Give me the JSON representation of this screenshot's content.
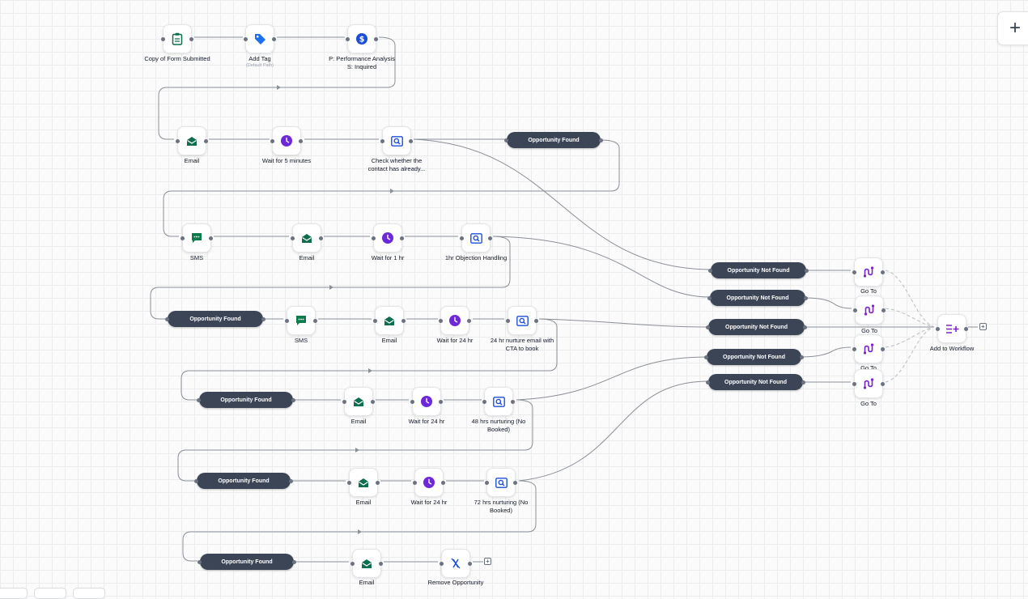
{
  "colors": {
    "email": "#0f6e4e",
    "wait": "#6d28d9",
    "tag": "#1d6ff2",
    "check": "#1d4ed8",
    "sms": "#0f7a4a",
    "goto": "#7e22ce",
    "pill": "#3b4556"
  },
  "toolbar": {
    "zoom_in_label": "+"
  },
  "nodes": {
    "form_submitted": {
      "label": "Copy of Form Submitted",
      "icon": "clipboard-icon"
    },
    "add_tag": {
      "label": "Add Tag",
      "sublabel": "(Default Path)",
      "icon": "tag-icon"
    },
    "performance": {
      "label_line1": "P: Performance Analysis",
      "label_line2": "S: Inquired",
      "icon": "dollar-icon"
    },
    "email_1": {
      "label": "Email",
      "icon": "envelope-open-icon"
    },
    "wait_5min": {
      "label": "Wait for 5 minutes",
      "icon": "clock-icon"
    },
    "check_contact": {
      "label_line1": "Check whether the",
      "label_line2": "contact has already...",
      "icon": "search-doc-icon"
    },
    "sms_1": {
      "label": "SMS",
      "icon": "chat-icon"
    },
    "email_2": {
      "label": "Email",
      "icon": "envelope-open-icon"
    },
    "wait_1hr": {
      "label": "Wait for 1 hr",
      "icon": "clock-icon"
    },
    "objection": {
      "label": "1hr Objection Handling",
      "icon": "search-doc-icon"
    },
    "sms_2": {
      "label": "SMS",
      "icon": "chat-icon"
    },
    "email_3": {
      "label": "Email",
      "icon": "envelope-open-icon"
    },
    "wait_24a": {
      "label": "Wait for 24 hr",
      "icon": "clock-icon"
    },
    "nurture_24": {
      "label_line1": "24 hr nurture email with",
      "label_line2": "CTA to book",
      "icon": "search-doc-icon"
    },
    "email_4": {
      "label": "Email",
      "icon": "envelope-open-icon"
    },
    "wait_24b": {
      "label": "Wait for 24 hr",
      "icon": "clock-icon"
    },
    "nurture_48": {
      "label_line1": "48 hrs nurturing (No",
      "label_line2": "Booked)",
      "icon": "search-doc-icon"
    },
    "email_5": {
      "label": "Email",
      "icon": "envelope-open-icon"
    },
    "wait_24c": {
      "label": "Wait for 24 hr",
      "icon": "clock-icon"
    },
    "nurture_72": {
      "label_line1": "72 hrs nurturing (No",
      "label_line2": "Booked)",
      "icon": "search-doc-icon"
    },
    "email_6": {
      "label": "Email",
      "icon": "envelope-open-icon"
    },
    "remove_opp": {
      "label": "Remove Opportunity",
      "icon": "remove-icon"
    },
    "goto_1": {
      "label": "Go To",
      "icon": "route-icon"
    },
    "goto_2": {
      "label": "Go To",
      "icon": "route-icon"
    },
    "goto_3": {
      "label": "Go To",
      "icon": "route-icon"
    },
    "goto_4": {
      "label": "Go To",
      "icon": "route-icon"
    },
    "add_workflow": {
      "label": "Add to Workflow",
      "icon": "list-plus-icon"
    }
  },
  "pills": {
    "found_1": "Opportunity Found",
    "found_2": "Opportunity Found",
    "found_3": "Opportunity Found",
    "found_4": "Opportunity Found",
    "found_5": "Opportunity Found",
    "not_found_1": "Opportunity Not Found",
    "not_found_2": "Opportunity Not Found",
    "not_found_3": "Opportunity Not Found",
    "not_found_4": "Opportunity Not Found",
    "not_found_5": "Opportunity Not Found"
  },
  "add_step_label": "+"
}
